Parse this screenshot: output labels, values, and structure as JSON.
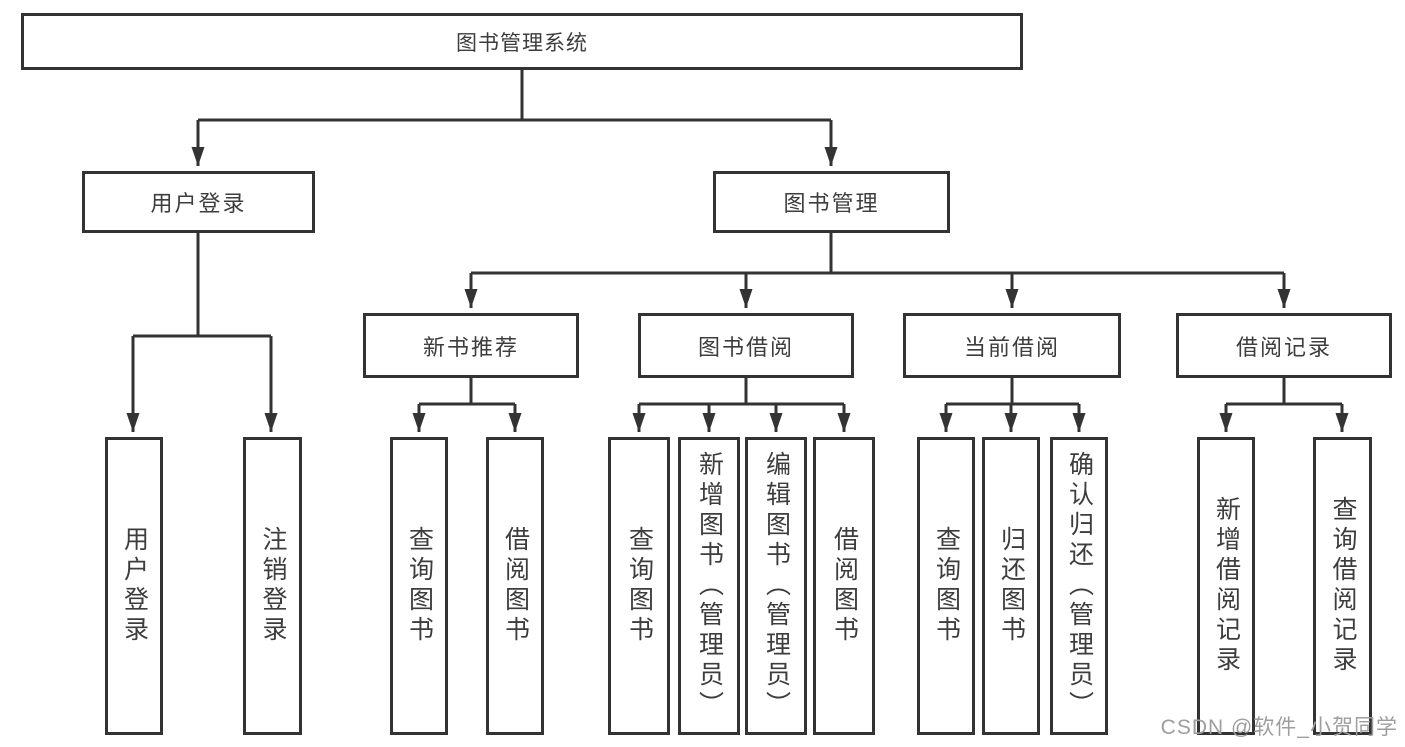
{
  "tree": {
    "root": {
      "label": "图书管理系统",
      "children": [
        {
          "label": "用户登录",
          "children": [
            {
              "label": "用户登录"
            },
            {
              "label": "注销登录"
            }
          ]
        },
        {
          "label": "图书管理",
          "children": [
            {
              "label": "新书推荐",
              "children": [
                {
                  "label": "查询图书"
                },
                {
                  "label": "借阅图书"
                }
              ]
            },
            {
              "label": "图书借阅",
              "children": [
                {
                  "label": "查询图书"
                },
                {
                  "label": "新增图书（管理员）"
                },
                {
                  "label": "编辑图书（管理员）"
                },
                {
                  "label": "借阅图书"
                }
              ]
            },
            {
              "label": "当前借阅",
              "children": [
                {
                  "label": "查询图书"
                },
                {
                  "label": "归还图书"
                },
                {
                  "label": "确认归还（管理员）"
                }
              ]
            },
            {
              "label": "借阅记录",
              "children": [
                {
                  "label": "新增借阅记录"
                },
                {
                  "label": "查询借阅记录"
                }
              ]
            }
          ]
        }
      ]
    }
  },
  "watermark": {
    "text": "CSDN @软件_小贺同学"
  },
  "colors": {
    "line-color": "#333333",
    "text-color": "#3d3d3d",
    "watermark-color": "#9e9e9e",
    "background": "#ffffff"
  }
}
